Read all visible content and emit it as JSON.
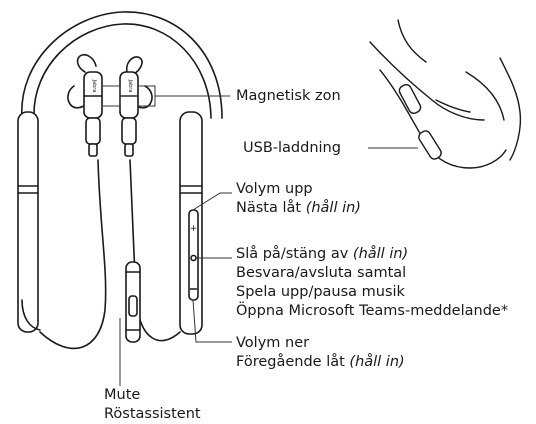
{
  "callouts": {
    "magnetic_zone": "Magnetisk zon",
    "usb_charging": "USB-laddning",
    "volume_up": {
      "line1": "Volym upp",
      "line2": "Nästa låt",
      "line2_hint": "(håll in)"
    },
    "power": {
      "line1": "Slå på/stäng av",
      "line1_hint": "(håll in)",
      "line2": "Besvara/avsluta samtal",
      "line3": "Spela upp/pausa musik",
      "line4": "Öppna Microsoft Teams-meddelande*"
    },
    "volume_down": {
      "line1": "Volym ner",
      "line2": "Föregående låt",
      "line2_hint": "(håll in)"
    },
    "mute": {
      "line1": "Mute",
      "line2": "Röstassistent"
    }
  },
  "earbud_brand": "Jabra",
  "colors": {
    "stroke": "#1a1a1a",
    "fill": "#ffffff",
    "leader": "#333333"
  }
}
